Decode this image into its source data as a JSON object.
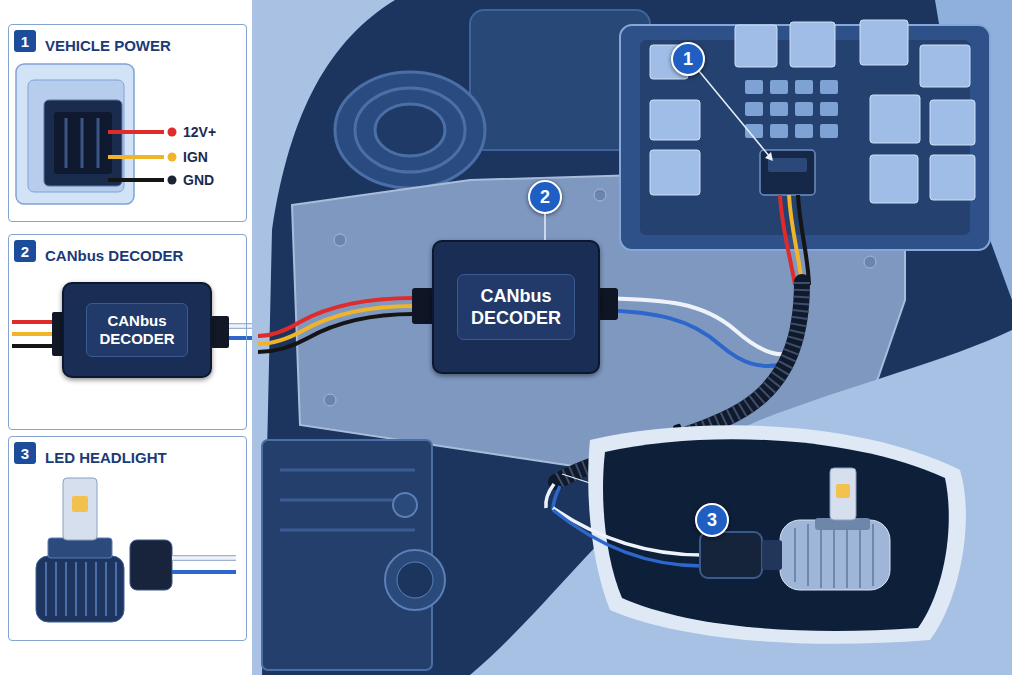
{
  "diagram": {
    "nodes": [
      {
        "text": [
          "VEHICLE POWER"
        ]
      },
      {
        "text": [
          "1"
        ],
        "in": 0
      },
      {
        "text": [
          "CANbus DECODER"
        ]
      },
      {
        "text": [
          "2"
        ],
        "in": 2
      },
      {
        "text": [
          "CANbus DECODER"
        ],
        "in": 2
      },
      {
        "text": [
          "LED HEADLIGHT"
        ]
      },
      {
        "text": [
          "3"
        ],
        "in": 5
      },
      {
        "text": [
          "1"
        ]
      },
      {
        "text": [
          "2"
        ]
      },
      {
        "text": [
          "CANbus DECODER"
        ]
      },
      {
        "text": [
          "3"
        ]
      }
    ],
    "edges": [
      {
        "from": 8,
        "to": 9,
        "arrow": "none"
      }
    ],
    "labels": [
      "12V+",
      "IGN",
      "GND"
    ]
  }
}
